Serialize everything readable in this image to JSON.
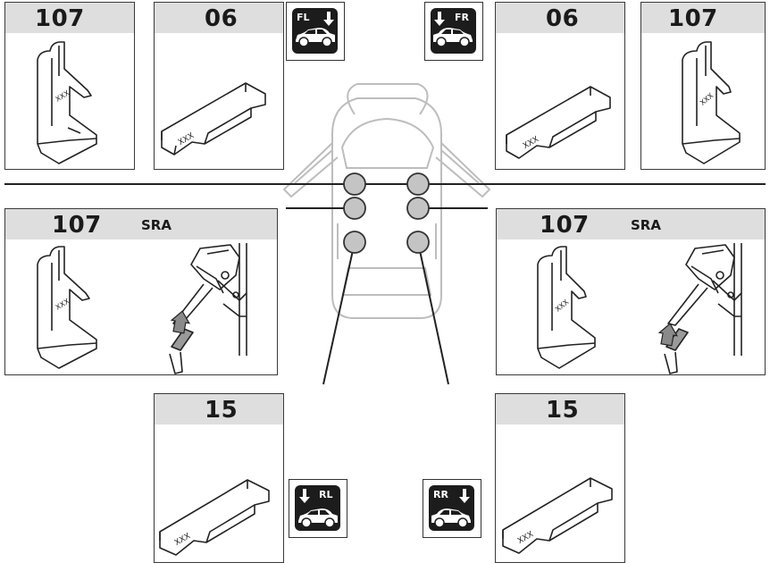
{
  "colors": {
    "outline": "#3a3a3a",
    "header_fill": "#dedede",
    "marker_fill": "#c4c4c4",
    "tile_fill": "#1c1c1c",
    "car_outline": "#bdbdbd"
  },
  "cards": {
    "top_left_a": {
      "code": "107",
      "marking": "XXX"
    },
    "top_left_b": {
      "code": "06",
      "marking": "XXX"
    },
    "top_right_b": {
      "code": "06",
      "marking": "XXX"
    },
    "top_right_a": {
      "code": "107",
      "marking": "XXX"
    },
    "mid_left": {
      "code": "107",
      "tag": "SRA",
      "marking": "XXX"
    },
    "mid_right": {
      "code": "107",
      "tag": "SRA",
      "marking": "XXX"
    },
    "bottom_left": {
      "code": "15",
      "marking": "XXX"
    },
    "bottom_right": {
      "code": "15",
      "marking": "XXX"
    }
  },
  "positions": {
    "front_left": {
      "label": "FL",
      "icon": "arrow-down-icon"
    },
    "front_right": {
      "label": "FR",
      "icon": "arrow-down-icon"
    },
    "rear_left": {
      "label": "RL",
      "icon": "arrow-down-icon"
    },
    "rear_right": {
      "label": "RR",
      "icon": "arrow-down-icon"
    }
  }
}
